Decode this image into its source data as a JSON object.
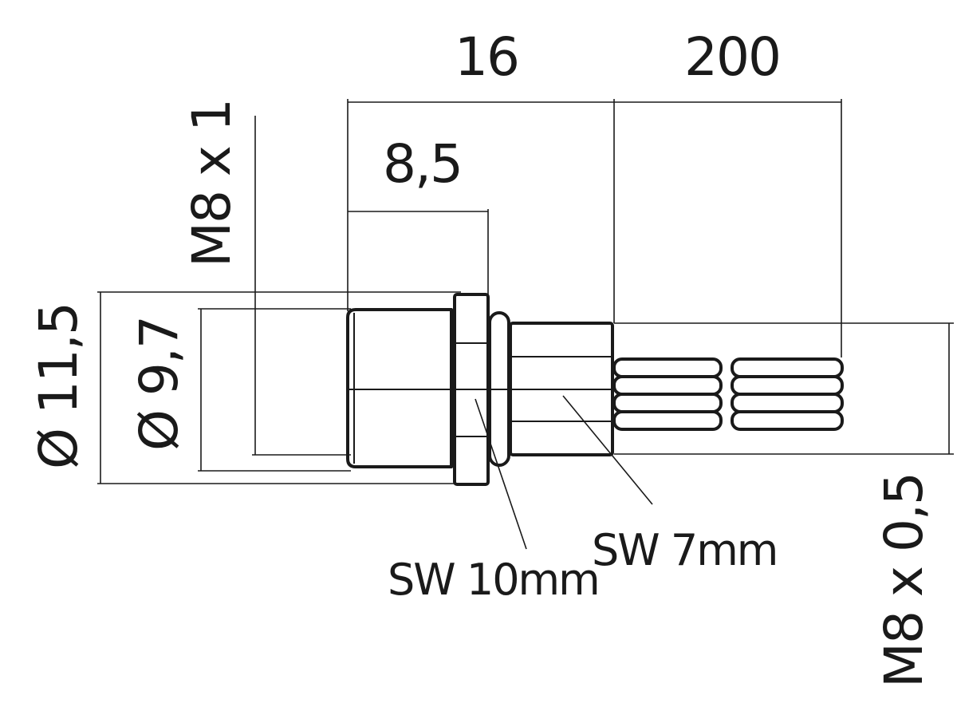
{
  "dimensions": {
    "overall_length": "16",
    "cable_length": "200",
    "thread_length": "8,5",
    "thread_front": "M8 x 1",
    "outer_diameter": "Ø 11,5",
    "inner_diameter": "Ø 9,7",
    "thread_rear": "M8 x 0,5"
  },
  "callouts": {
    "wrench_large": "SW 10mm",
    "wrench_small": "SW 7mm"
  },
  "colors": {
    "line": "#1a1a1a",
    "background": "#ffffff"
  }
}
